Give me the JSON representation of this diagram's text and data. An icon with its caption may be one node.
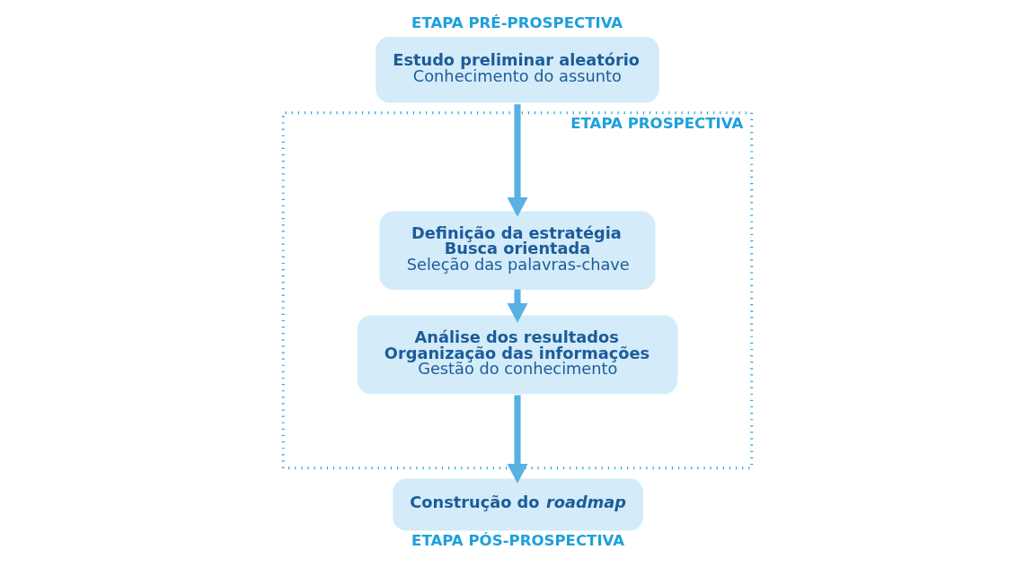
{
  "diagram": {
    "nodes": [
      {
        "text": [
          "Estudo preliminar aleatório",
          "Conhecimento do assunto"
        ],
        "beside": [
          "ETAPA PRÉ-PROSPECTIVA"
        ]
      },
      {
        "text": [
          "ETAPA PROSPECTIVA"
        ]
      },
      {
        "text": [
          "Definição da estratégia",
          "Busca orientada",
          "Seleção das palavras-chave"
        ],
        "in": 1
      },
      {
        "text": [
          "Análise dos resultados",
          "Organização das informações",
          "Gestão do conhecimento"
        ],
        "in": 1
      },
      {
        "text": [
          "Construção do *roadmap*"
        ],
        "beside": [
          "ETAPA PÓS-PROSPECTIVA"
        ]
      }
    ],
    "edges": [
      {
        "from": 0,
        "to": 2,
        "arrow": "to"
      },
      {
        "from": 2,
        "to": 3,
        "arrow": "to"
      },
      {
        "from": 3,
        "to": 4,
        "arrow": "to"
      }
    ]
  }
}
